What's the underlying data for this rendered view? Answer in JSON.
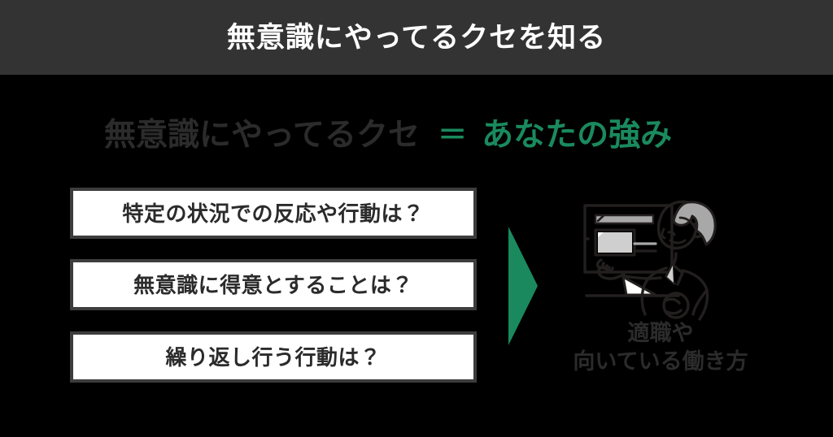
{
  "header": {
    "title": "無意識にやってるクセを知る",
    "background_color": "#333333",
    "text_color": "#ffffff"
  },
  "headline": {
    "left_text": "無意識にやってるクセ",
    "equals": "＝",
    "right_text": "あなたの強み",
    "left_color": "#2b2b2b",
    "right_color": "#1a8a5e"
  },
  "questions": [
    {
      "label": "特定の状況での反応や行動は？"
    },
    {
      "label": "無意識に得意とすることは？"
    },
    {
      "label": "繰り返し行う行動は？"
    }
  ],
  "arrow": {
    "icon": "triangle-right-icon",
    "color": "#1a8a5e"
  },
  "illustration": {
    "icon": "person-presenting-whiteboard-icon",
    "line_color": "#231f1f",
    "hair_color": "#9e9e9e",
    "fill_color": "#cfcfcf"
  },
  "caption": {
    "line1": "適職や",
    "line2": "向いている働き方",
    "color": "#2b2b2b"
  },
  "palette": {
    "background": "#000000",
    "header_gray": "#333333",
    "accent_green": "#1a8a5e",
    "box_border": "#3d3d3d",
    "box_fill": "#ffffff",
    "dark_text": "#2b2b2b"
  }
}
